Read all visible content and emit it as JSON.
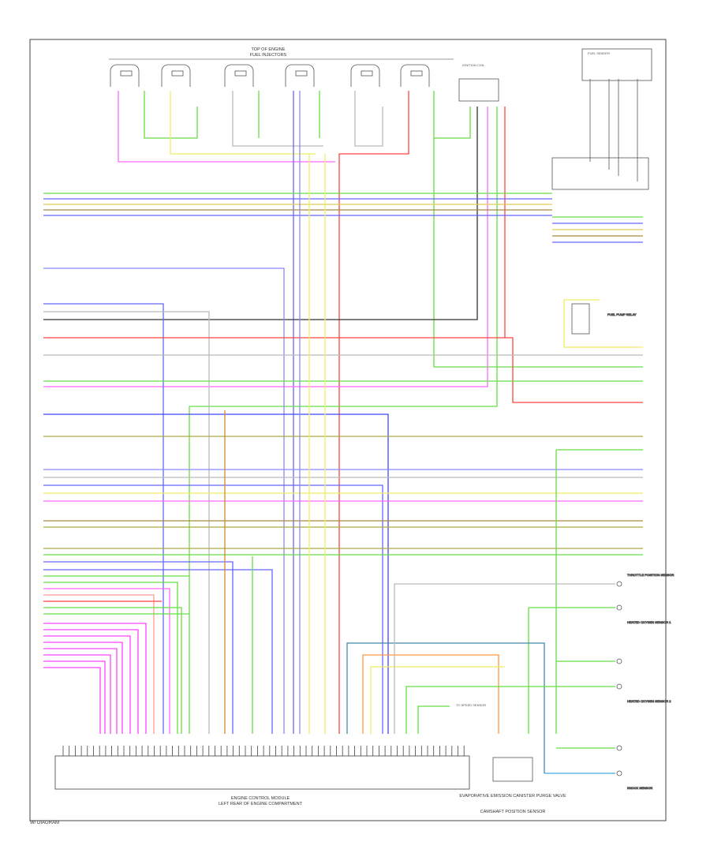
{
  "diagram_title": "Engine Performance Wiring Diagram",
  "labels": {
    "top_engine": "TOP OF ENGINE",
    "top_engine_sub": "FUEL INJECTORS",
    "ignition_coil": "IGNITION COIL",
    "fuel_sender": "FUEL SENDER",
    "fuel_pump_relay": "FUEL PUMP RELAY",
    "throttle_body": "THROTTLE POSITION SENSOR",
    "knock_sensor": "KNOCK SENSOR",
    "heated_o2_1": "HEATED OXYGEN SENSOR 1",
    "heated_o2_2": "HEATED OXYGEN SENSOR 2",
    "pcm_name": "ENGINE CONTROL MODULE",
    "pcm_sub": "LEFT REAR OF ENGINE COMPARTMENT",
    "evap_valve": "EVAPORATIVE EMISSION CANISTER PURGE VALVE",
    "cam_sensor": "CAMSHAFT POSITION SENSOR",
    "to_speed": "TO SPEED SENSOR"
  },
  "footer": "W/ DIAGRAM"
}
